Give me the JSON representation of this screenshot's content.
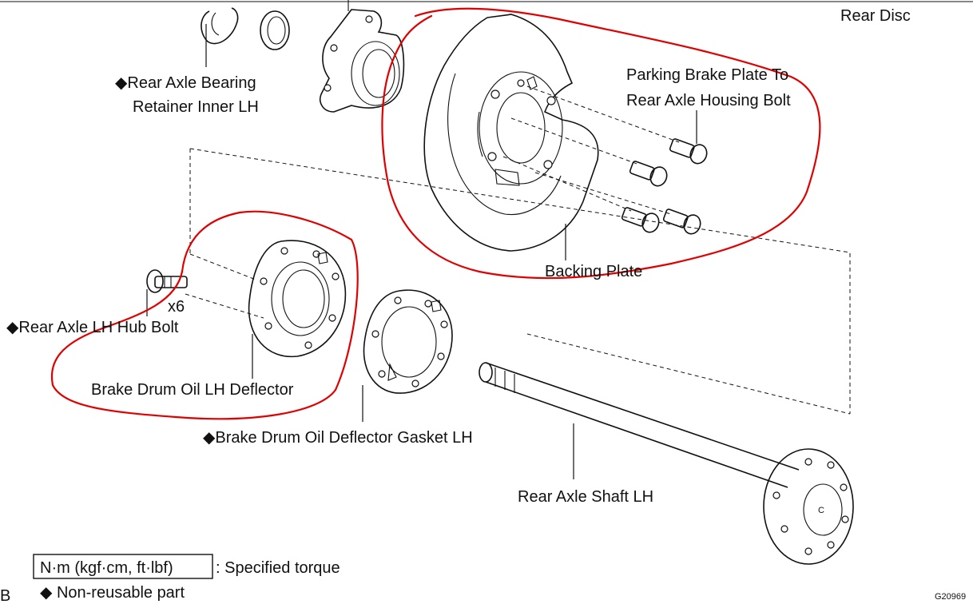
{
  "labels": {
    "rear_disc": "Rear Disc",
    "bearing_retainer_l1": "◆Rear Axle Bearing",
    "bearing_retainer_l2": "Retainer Inner LH",
    "parking_bolt_l1": "Parking Brake Plate To",
    "parking_bolt_l2": "Rear Axle Housing Bolt",
    "backing_plate": "Backing Plate",
    "hub_bolt_qty": "x6",
    "hub_bolt": "◆Rear Axle LH Hub Bolt",
    "oil_deflector": "Brake Drum Oil LH Deflector",
    "deflector_gasket": "◆Brake Drum Oil Deflector Gasket LH",
    "axle_shaft": "Rear Axle Shaft LH"
  },
  "legend": {
    "torque_unit": "N·m (kgf·cm, ft·lbf)",
    "torque_desc": ": Specified torque",
    "non_reusable": "◆ Non-reusable part"
  },
  "corner": {
    "page_letter": "B",
    "figure_code": "G20969"
  },
  "colors": {
    "annotation": "#e00000",
    "line": "#111111"
  }
}
